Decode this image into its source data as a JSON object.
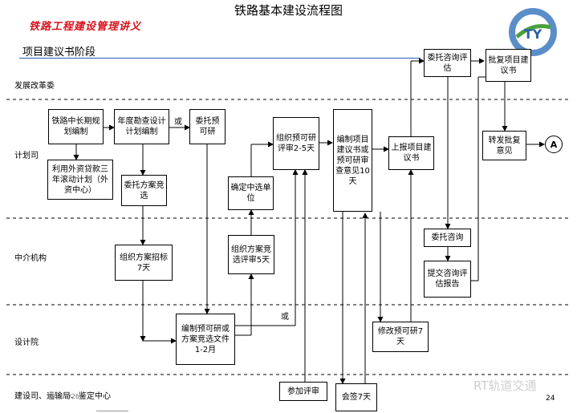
{
  "title": "铁路基本建设流程图",
  "subtitle": "铁路工程建设管理讲义",
  "stage": "项目建议书阶段",
  "lanes": [
    "发展改革委",
    "计划司",
    "中介机构",
    "设计院",
    "建设司、运输局、鉴定中心"
  ],
  "boxes": {
    "b1": "铁路中长期规划编制",
    "b2": "年度勘查设计计划编制",
    "b3": "委托预可研",
    "b4": "利用外资贷款三年滚动计划（外资中心）",
    "b5": "委托方案竞选",
    "b6": "确定中选单位",
    "b7": "组织预可研评审2-5天",
    "b8": "编制项目建议书或预可研审查意见10天",
    "b9": "上报项目建议书",
    "b10": "委托咨询评估",
    "b11": "批复项目建议书",
    "b12": "转发批复意见",
    "b13": "A",
    "b14": "组织方案招标7天",
    "b15": "组织方案竞选评审5天",
    "b16": "委托咨询",
    "b17": "提交咨询评估报告",
    "b18": "编制预可研或方案竞选文件1-2月",
    "b19": "修改预可研7天",
    "b20": "参加评审",
    "b21": "会签7天"
  },
  "labels": {
    "or1": "或",
    "or2": "或"
  },
  "footer": {
    "date": "2013/7/26",
    "page": "24",
    "watermark": "RT轨道交通"
  },
  "logo": {
    "letters": "TY"
  }
}
